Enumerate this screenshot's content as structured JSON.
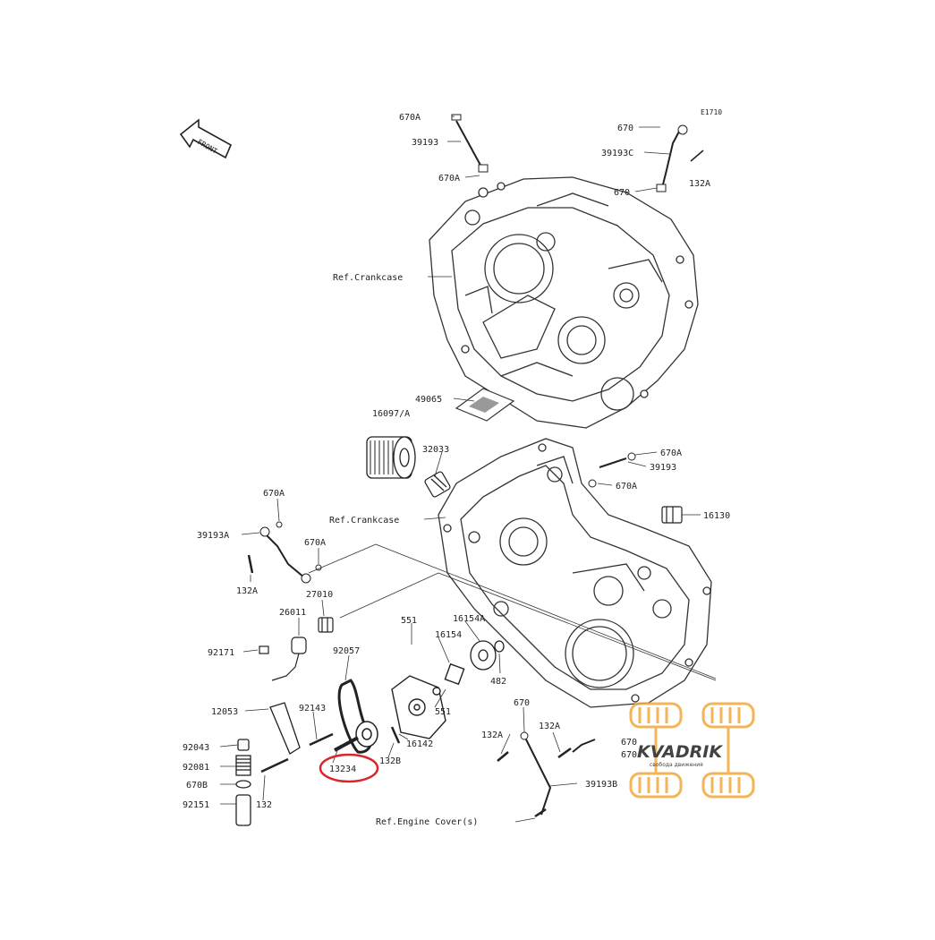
{
  "diagram": {
    "code": "E1710",
    "front_label": "FRONT",
    "refs": {
      "crankcase_upper": "Ref.Crankcase",
      "crankcase_lower": "Ref.Crankcase",
      "engine_cover": "Ref.Engine Cover(s)"
    },
    "parts": {
      "p670A_top": "670A",
      "p39193_top": "39193",
      "p670A_top2": "670A",
      "p670_r1": "670",
      "p39193C": "39193C",
      "p132A_r1": "132A",
      "p670_r2": "670",
      "p49065": "49065",
      "p16097A": "16097/A",
      "p32033": "32033",
      "p670A_r3": "670A",
      "p39193_r": "39193",
      "p670A_r4": "670A",
      "p16130": "16130",
      "p670A_l1": "670A",
      "p39193A": "39193A",
      "p670A_l2": "670A",
      "p132A_l": "132A",
      "p27010": "27010",
      "p26011": "26011",
      "p551_a": "551",
      "p16154A": "16154A",
      "p16154": "16154",
      "p92171": "92171",
      "p92057": "92057",
      "p482": "482",
      "p551_b": "551",
      "p12053": "12053",
      "p92143": "92143",
      "p16142": "16142",
      "p92043": "92043",
      "p13234": "13234",
      "p132B": "132B",
      "p92081": "92081",
      "p670B": "670B",
      "p92151": "92151",
      "p132": "132",
      "p670_br": "670",
      "p132A_br1": "132A",
      "p132A_br2": "132A",
      "p670_br2": "670",
      "p670_br3": "670",
      "p39193B": "39193B"
    },
    "highlight_part": "13234",
    "highlight_color": "#d9262c"
  },
  "watermark": {
    "brand": "KVADRIK",
    "tagline": "свобода движения",
    "color": "#f2a93b"
  }
}
